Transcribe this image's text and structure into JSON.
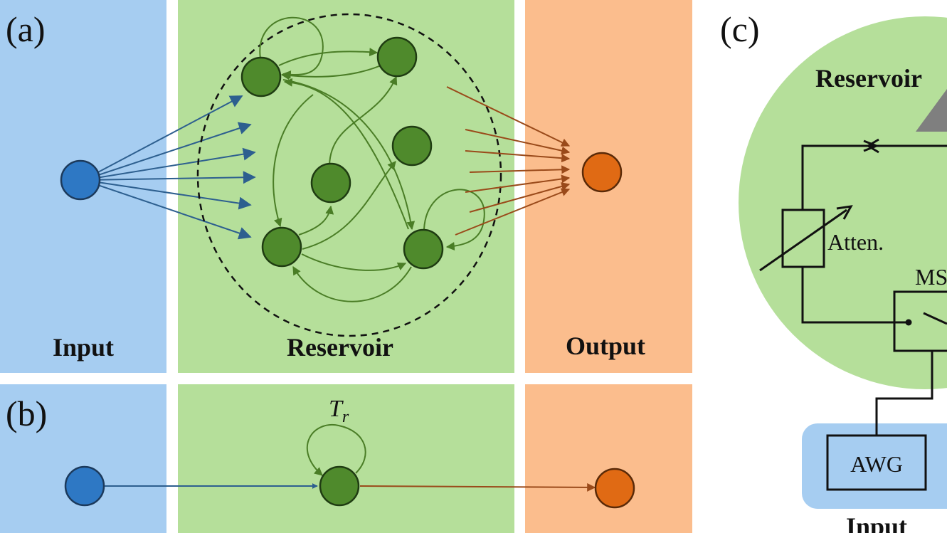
{
  "panels": {
    "a": {
      "label": "(a)"
    },
    "b": {
      "label": "(b)"
    },
    "c": {
      "label": "(c)"
    }
  },
  "sections": {
    "input": "Input",
    "reservoir": "Reservoir",
    "output": "Output"
  },
  "panel_b": {
    "delay_label": "T",
    "delay_subscript": "r"
  },
  "panel_c": {
    "reservoir_label": "Reservoir",
    "attenuator_label": "Atten.",
    "switch_label": "MS",
    "awg_label": "AWG",
    "input_label": "Input"
  },
  "colors": {
    "input_bg": "#a6cdf1",
    "reservoir_bg": "#b5df9a",
    "output_bg": "#fbbd8d",
    "input_node": "#2e78c4",
    "reservoir_node": "#4f8a2c",
    "output_node": "#e06a14",
    "input_arrow": "#2d5f8f",
    "reservoir_arrow": "#4a7d26",
    "output_arrow": "#9a4a1a"
  }
}
